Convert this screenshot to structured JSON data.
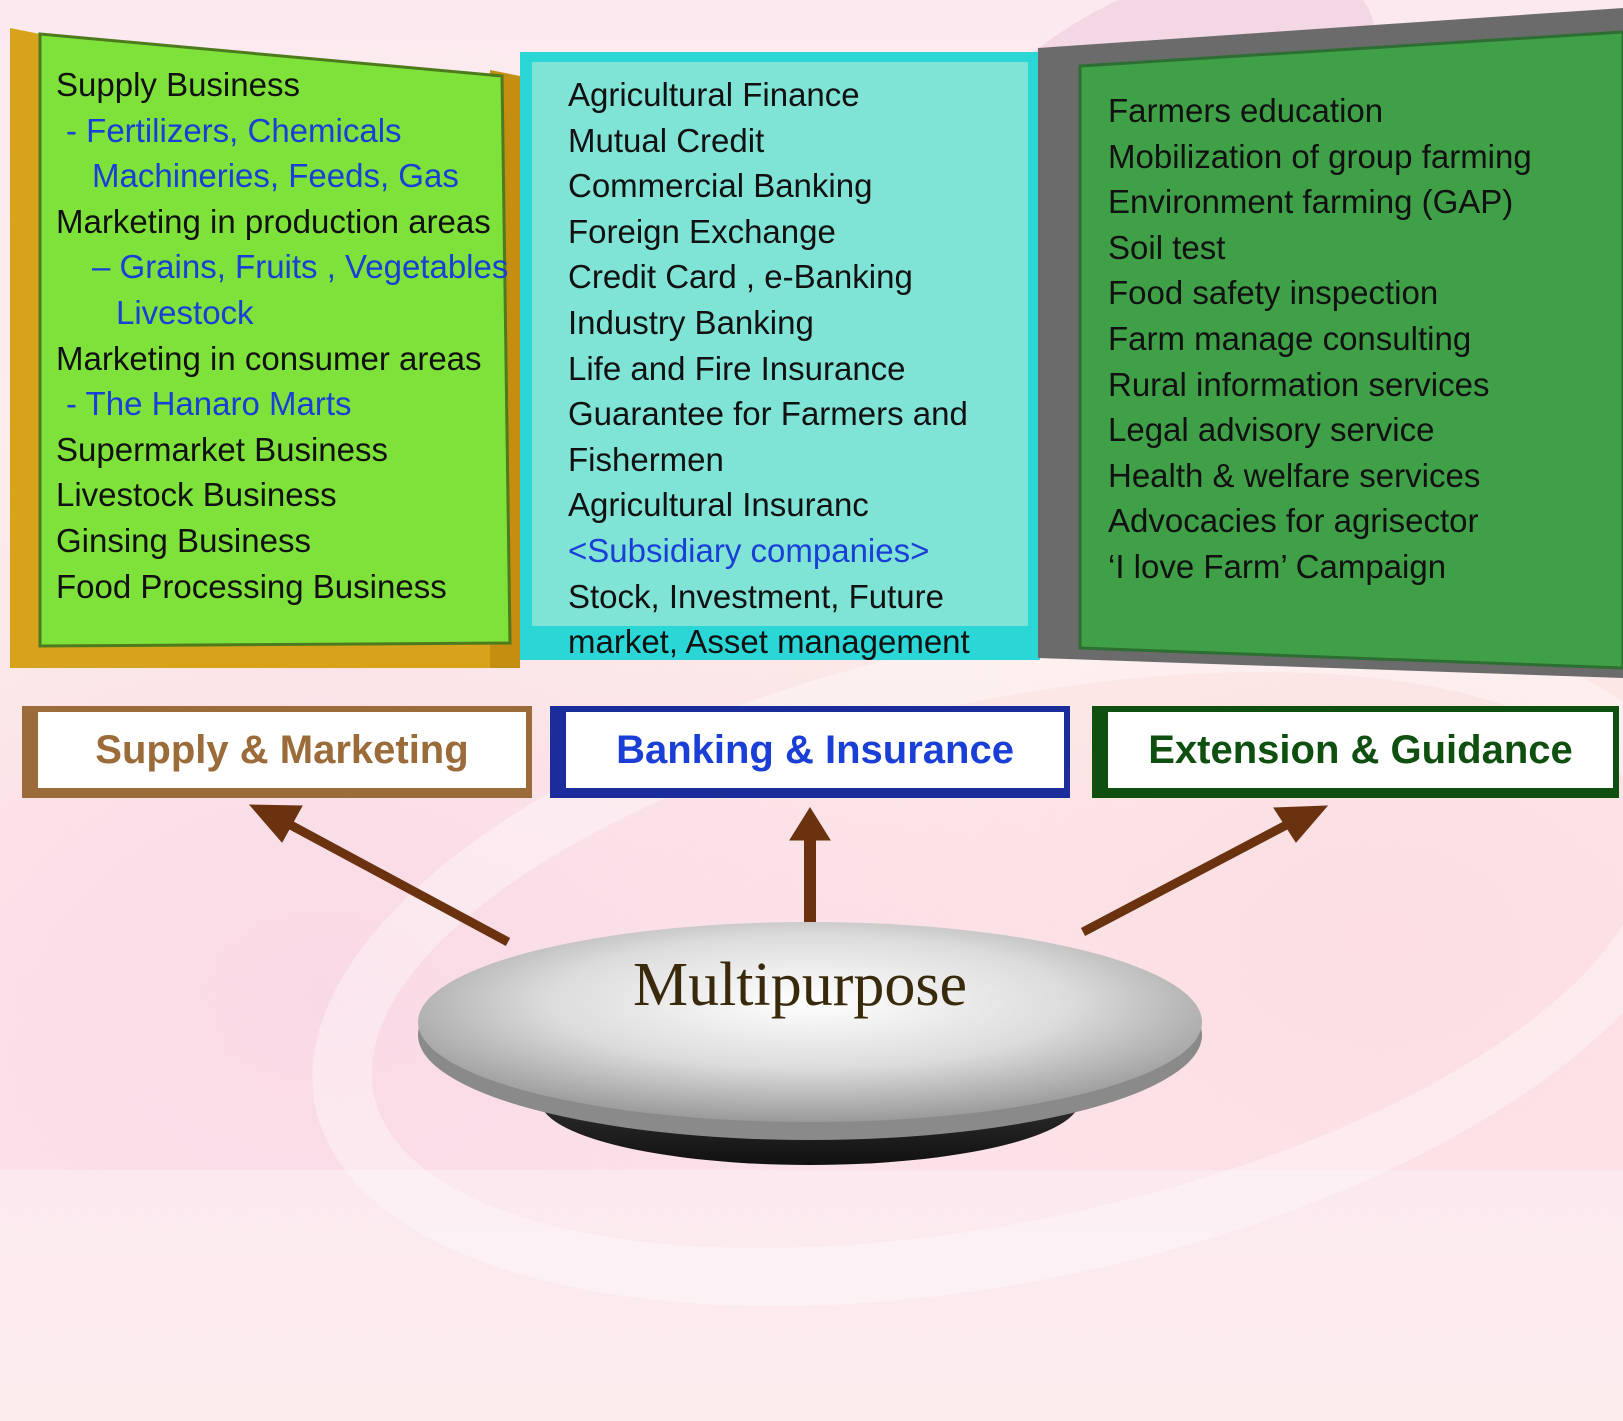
{
  "columns": [
    {
      "category_label": "Supply & Marketing",
      "items": [
        {
          "text": "Supply Business",
          "style": "main"
        },
        {
          "text": " - Fertilizers, Chemicals",
          "style": "sub"
        },
        {
          "text": "Machineries,  Feeds, Gas",
          "style": "sub"
        },
        {
          "text": "Marketing in production areas",
          "style": "main"
        },
        {
          "text": "– Grains, Fruits , Vegetables",
          "style": "sub"
        },
        {
          "text": "Livestock",
          "style": "sub"
        },
        {
          "text": "Marketing in consumer areas",
          "style": "main"
        },
        {
          "text": "- The Hanaro Marts",
          "style": "sub"
        },
        {
          "text": "Supermarket Business",
          "style": "main"
        },
        {
          "text": "Livestock Business",
          "style": "main"
        },
        {
          "text": "Ginsing Business",
          "style": "main"
        },
        {
          "text": "Food Processing Business",
          "style": "main"
        }
      ]
    },
    {
      "category_label": "Banking & Insurance",
      "items": [
        {
          "text": "Agricultural Finance",
          "style": "main"
        },
        {
          "text": "Mutual Credit",
          "style": "main"
        },
        {
          "text": "Commercial  Banking",
          "style": "main"
        },
        {
          "text": "Foreign Exchange",
          "style": "main"
        },
        {
          "text": "Credit Card ,  e-Banking",
          "style": "main"
        },
        {
          "text": "Industry Banking",
          "style": "main"
        },
        {
          "text": "Life and Fire Insurance",
          "style": "main"
        },
        {
          "text": "Guarantee for Farmers and",
          "style": "main"
        },
        {
          "text": "Fishermen",
          "style": "main"
        },
        {
          "text": "Agricultural Insuranc",
          "style": "main"
        },
        {
          "text": "<Subsidiary companies>",
          "style": "sub"
        },
        {
          "text": "Stock, Investment, Future",
          "style": "main"
        },
        {
          "text": "market, Asset management",
          "style": "main"
        }
      ]
    },
    {
      "category_label": "Extension & Guidance",
      "items": [
        {
          "text": "Farmers education",
          "style": "main"
        },
        {
          "text": "Mobilization of group farming",
          "style": "main"
        },
        {
          "text": "Environment farming (GAP)",
          "style": "main"
        },
        {
          "text": "Soil test",
          "style": "main"
        },
        {
          "text": "Food safety inspection",
          "style": "main"
        },
        {
          "text": "Farm manage consulting",
          "style": "main"
        },
        {
          "text": "Rural information services",
          "style": "main"
        },
        {
          "text": "Legal advisory service",
          "style": "main"
        },
        {
          "text": "Health & welfare services",
          "style": "main"
        },
        {
          "text": "Advocacies for agrisector",
          "style": "main"
        },
        {
          "text": "‘I love Farm’ Campaign",
          "style": "main"
        }
      ]
    }
  ],
  "center_label": "Multipurpose",
  "colors": {
    "panel_green_light": "#7ee23a",
    "panel_frame_gold": "#d8a21a",
    "panel_cyan": "#7fe3d6",
    "panel_cyan_frame": "#2bd6d6",
    "panel_green_dark": "#3fa048",
    "panel_frame_gray": "#6b6b6b",
    "label_brown": "#9b6b3a",
    "label_blue": "#1a3fd6",
    "label_green": "#0f4f0f",
    "sub_text_blue": "#1a3fd6",
    "arrow_brown": "#6b3210"
  }
}
